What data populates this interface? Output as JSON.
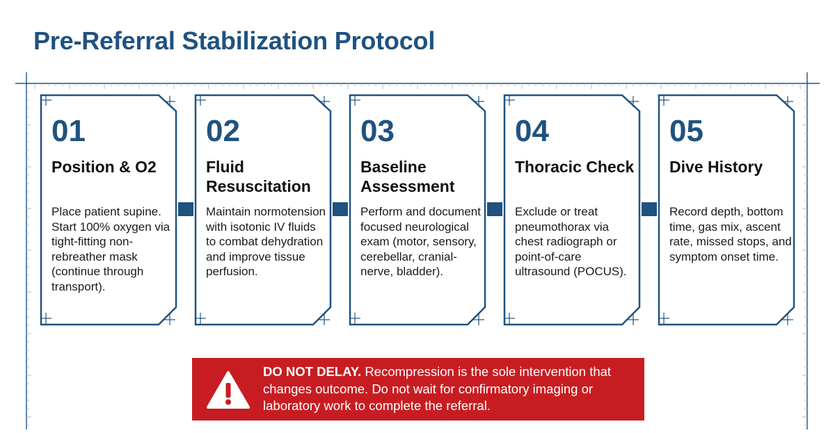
{
  "title": "Pre-Referral Stabilization Protocol",
  "steps": [
    {
      "number": "01",
      "title": "Position & O2",
      "body": "Place patient supine. Start 100% oxygen via tight-fitting non-rebreather mask (continue through transport)."
    },
    {
      "number": "02",
      "title": "Fluid Resuscitation",
      "body": "Maintain normotension with isotonic IV fluids to combat dehydration and improve tissue perfusion."
    },
    {
      "number": "03",
      "title": "Baseline Assessment",
      "body": "Perform and document focused neurological exam (motor, sensory, cerebellar, cranial-nerve, bladder)."
    },
    {
      "number": "04",
      "title": "Thoracic Check",
      "body": "Exclude or treat pneumothorax via chest radiograph or point-of-care ultrasound (POCUS)."
    },
    {
      "number": "05",
      "title": "Dive History",
      "body": "Record depth, bottom time, gas mix, ascent rate, missed stops, and symptom onset time."
    }
  ],
  "alert": {
    "lead": "DO NOT DELAY.",
    "text": "Recompression is the sole intervention that changes outcome. Do not wait for confirmatory imaging or laboratory work to complete the referral."
  },
  "colors": {
    "primary": "#20527f",
    "alert": "#c71d22",
    "grid": "#a9bcd0"
  },
  "icons": [
    "warning-icon",
    "corner-crosshair-icon"
  ]
}
